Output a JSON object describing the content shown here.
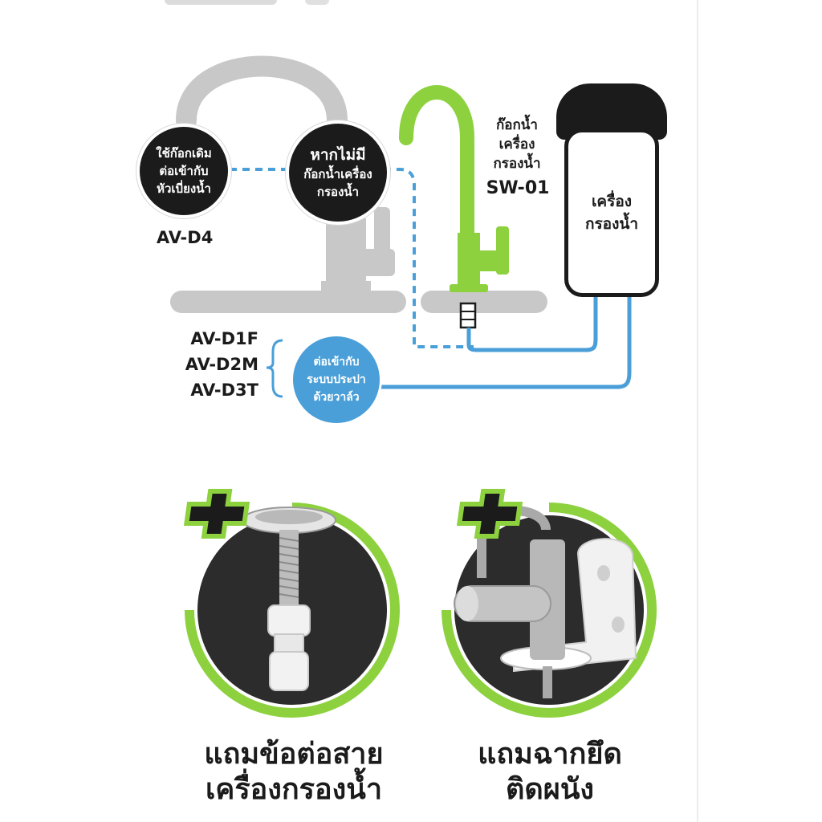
{
  "bubbles": {
    "existing_faucet": "ใช้ก๊อกเดิม\nต่อเข้ากับ\nหัวเบี่ยงน้ำ",
    "no_faucet_title": "หากไม่มี",
    "no_faucet_sub": "ก๊อกน้ำเครื่อง\nกรองน้ำ",
    "tap_connect": "ต่อเข้ากับ\nระบบประปา\nด้วยวาล์ว"
  },
  "labels": {
    "av_d4": "AV-D4",
    "av_d1f": "AV-D1F",
    "av_d2m": "AV-D2M",
    "av_d3t": "AV-D3T",
    "faucet_desc": "ก๊อกน้ำ\nเครื่อง\nกรองน้ำ",
    "faucet_model": "SW-01",
    "filter_label": "เครื่อง\nกรองน้ำ"
  },
  "captions": {
    "left": "แถมข้อต่อสาย\nเครื่องกรองน้ำ",
    "right": "แถมฉากยึด\nติดผนัง"
  },
  "colors": {
    "dark": "#1b1b1b",
    "green": "#8dd13f",
    "blue": "#4a9fd8",
    "gray": "#c8c8c8"
  },
  "icons": {
    "plus_left": "plus-icon",
    "plus_right": "plus-icon"
  }
}
